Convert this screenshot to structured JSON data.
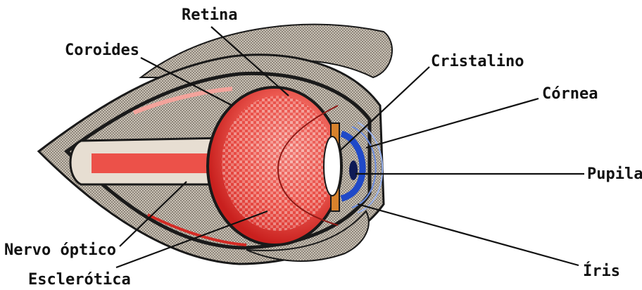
{
  "labels": {
    "retina": "Retina",
    "coroides": "Coroides",
    "cristalino": "Cristalino",
    "cornea": "Córnea",
    "pupila": "Pupila",
    "nervo_optico": "Nervo óptico",
    "esclerotica": "Esclerótica",
    "iris": "Íris"
  },
  "colors": {
    "eyeball": "#e8312f",
    "eyeball_light": "#f7b6b0",
    "sclera_gray": "#b8afa3",
    "dark_outline": "#1a1a1a",
    "cornea_blue": "#1f49c8",
    "lens": "#ffffff",
    "iris_orange": "#d8822c"
  }
}
